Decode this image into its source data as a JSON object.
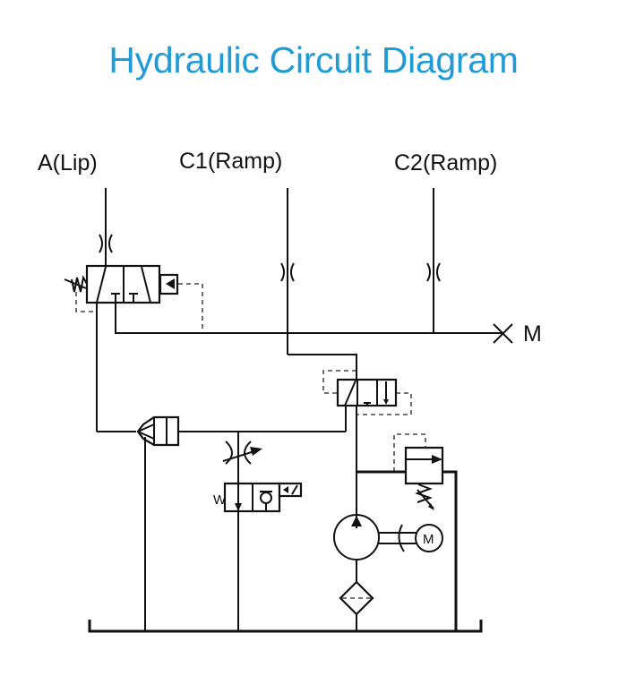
{
  "title": "Hydraulic Circuit Diagram",
  "colors": {
    "title": "#1f9bd6",
    "lines": "#111111"
  },
  "ports": [
    {
      "id": "A",
      "label": "A(Lip)"
    },
    {
      "id": "C1",
      "label": "C1(Ramp)"
    },
    {
      "id": "C2",
      "label": "C2(Ramp)"
    }
  ],
  "return_port": {
    "label": "M"
  },
  "motor": {
    "label": "M"
  },
  "manual_valve_spool": {
    "label": "W"
  },
  "components": [
    "orifice-A",
    "orifice-C1",
    "orifice-C2",
    "solenoid-directional-valve-A",
    "solenoid-directional-valve-C",
    "hydraulic-cylinder",
    "adjustable-throttle-valve",
    "solenoid-check-valve",
    "relief-valve",
    "pump",
    "electric-motor",
    "filter",
    "tank-line"
  ]
}
